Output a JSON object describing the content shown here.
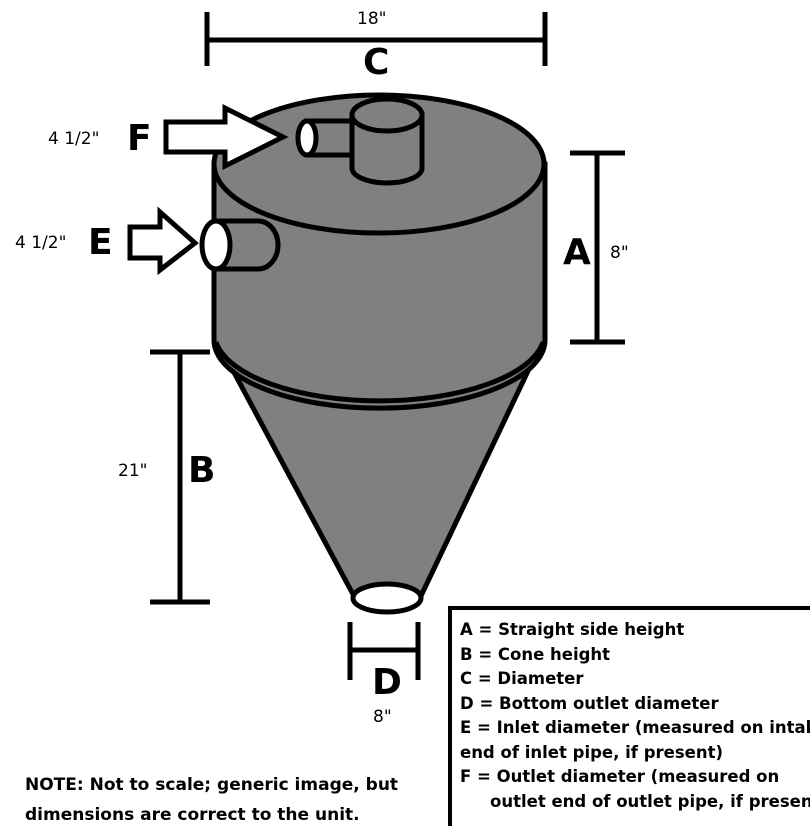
{
  "colors": {
    "body_fill": "#808080",
    "stroke": "#000000",
    "opening": "#ffffff"
  },
  "labels": {
    "A": {
      "letter": "A",
      "value": "8\""
    },
    "B": {
      "letter": "B",
      "value": "21\""
    },
    "C": {
      "letter": "C",
      "value": "18\""
    },
    "D": {
      "letter": "D",
      "value": "8\""
    },
    "E": {
      "letter": "E",
      "value": "4 1/2\""
    },
    "F": {
      "letter": "F",
      "value": "4 1/2\""
    }
  },
  "legend": [
    "A = Straight side height",
    "B = Cone height",
    "C = Diameter",
    "D = Bottom outlet diameter",
    "E = Inlet diameter (measured on intake",
    "end of inlet pipe, if present)",
    "F = Outlet diameter (measured on",
    "outlet end of outlet pipe, if present)"
  ],
  "note": [
    "NOTE:  Not to scale; generic image, but",
    "dimensions are correct to the unit."
  ]
}
